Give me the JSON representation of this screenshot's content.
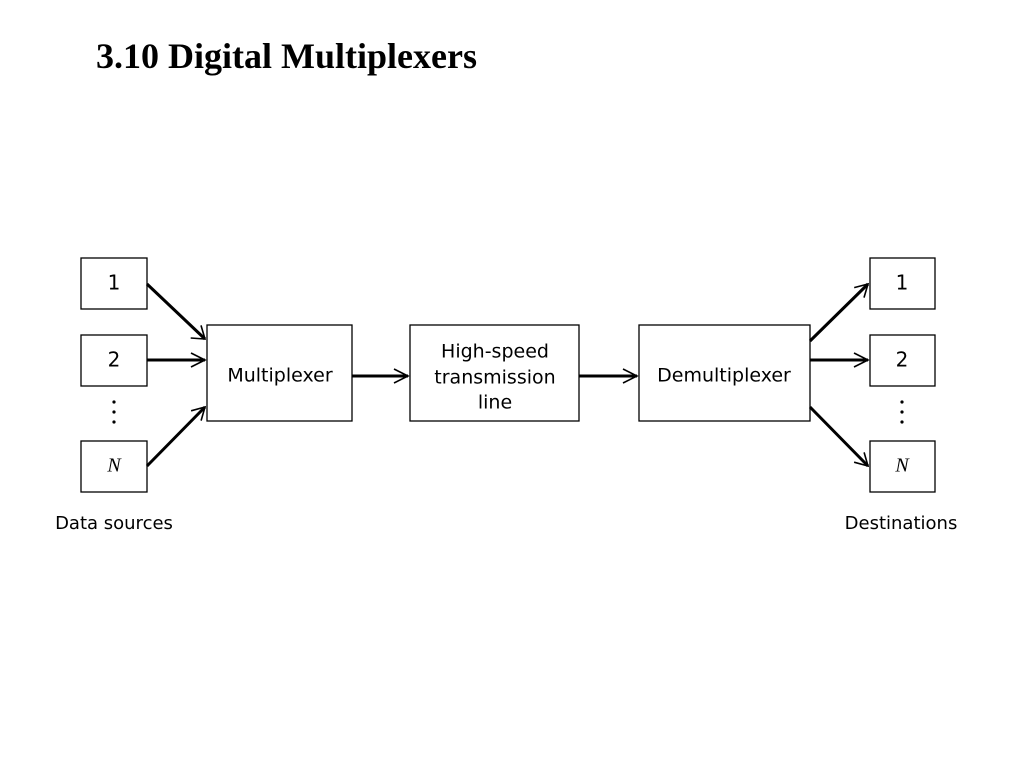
{
  "slide": {
    "title": "3.10 Digital Multiplexers"
  },
  "diagram": {
    "sources": {
      "items": [
        "1",
        "2",
        "N"
      ],
      "ellipsis": "⋮",
      "caption": "Data sources"
    },
    "multiplexer": {
      "label": "Multiplexer"
    },
    "transmission_line": {
      "label_lines": [
        "High-speed",
        "transmission",
        "line"
      ]
    },
    "demultiplexer": {
      "label": "Demultiplexer"
    },
    "destinations": {
      "items": [
        "1",
        "2",
        "N"
      ],
      "ellipsis": "⋮",
      "caption": "Destinations"
    }
  }
}
